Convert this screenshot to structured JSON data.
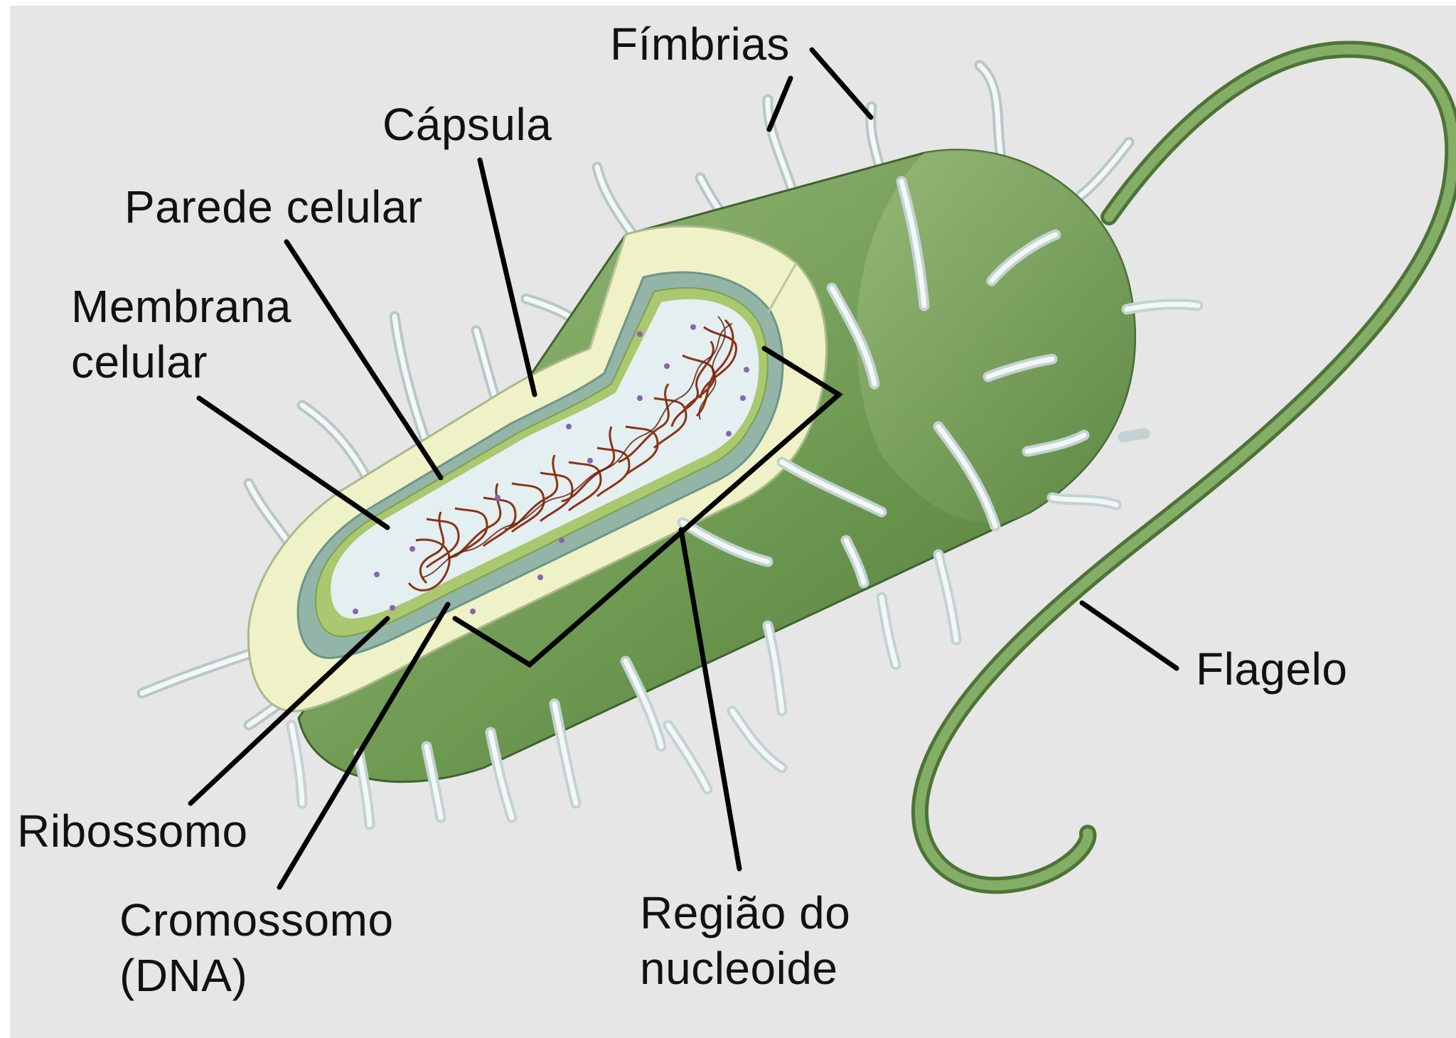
{
  "diagram": {
    "background_color": "#e6e6e6",
    "colors": {
      "body_fill": "#6f9a52",
      "body_stroke": "#4d7436",
      "capsule_fill": "#eef2c6",
      "cell_wall_fill": "#93b5a7",
      "membrane_fill": "#a9c86f",
      "cytoplasm_fill": "#e4eff1",
      "chromosome_color": "#8a3318",
      "ribosome_color": "#8a63b0",
      "fimbria_color": "#e9f1f1",
      "flagellum_color": "#6f9a52",
      "leader_color": "#000000"
    },
    "labels": {
      "fimbrias": "Fímbrias",
      "capsula": "Cápsula",
      "parede": "Parede celular",
      "membrana_1": "Membrana",
      "membrana_2": "celular",
      "ribossomo": "Ribossomo",
      "cromossomo_1": "Cromossomo",
      "cromossomo_2": "(DNA)",
      "nucleoide_1": "Região do",
      "nucleoide_2": "nucleoide",
      "flagelo": "Flagelo"
    }
  }
}
